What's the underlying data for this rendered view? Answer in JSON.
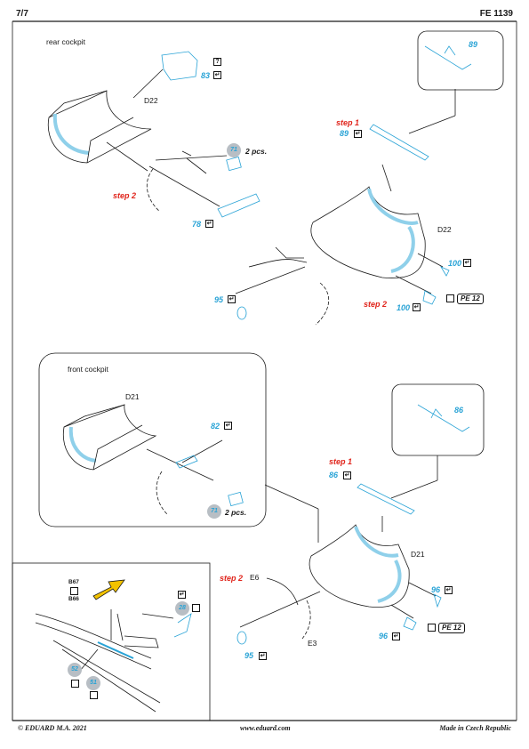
{
  "header": {
    "page": "7/7",
    "code": "FE 1139"
  },
  "footer": {
    "left": "© EDUARD  M.A. 2021",
    "center": "www.eduard.com",
    "right": "Made in Czech Republic"
  },
  "sections": {
    "rear": "rear cockpit",
    "front": "front cockpit"
  },
  "labels": {
    "d22_a": "D22",
    "d22_b": "D22",
    "d21_a": "D21",
    "d21_b": "D21",
    "e6": "E6",
    "e3": "E3",
    "b67": "B67",
    "b66": "B66"
  },
  "parts": {
    "p83": "83",
    "p89_inset": "89",
    "p89": "89",
    "p71_rear": "71",
    "p78": "78",
    "p100a": "100",
    "p100b": "100",
    "p95_rear": "95",
    "p82": "82",
    "p71_front": "71",
    "p86_inset": "86",
    "p86": "86",
    "p96a": "96",
    "p96b": "96",
    "p95_front": "95",
    "p28": "28",
    "p52": "52",
    "p51": "51"
  },
  "steps": {
    "rear_step1": "step 1",
    "rear_step2a": "step 2",
    "rear_step2b": "step 2",
    "front_step1": "step 1",
    "front_step2": "step 2"
  },
  "pcs": {
    "rear": "2 pcs.",
    "front": "2 pcs."
  },
  "symbols": {
    "question": "?",
    "bend": "↵",
    "pe_rear": "PE 12",
    "pe_front": "PE 12"
  },
  "colors": {
    "part_blue": "#29a3d6",
    "step_red": "#e0241b",
    "arrow_yellow": "#f2c200",
    "ink": "#1a1a1a"
  }
}
